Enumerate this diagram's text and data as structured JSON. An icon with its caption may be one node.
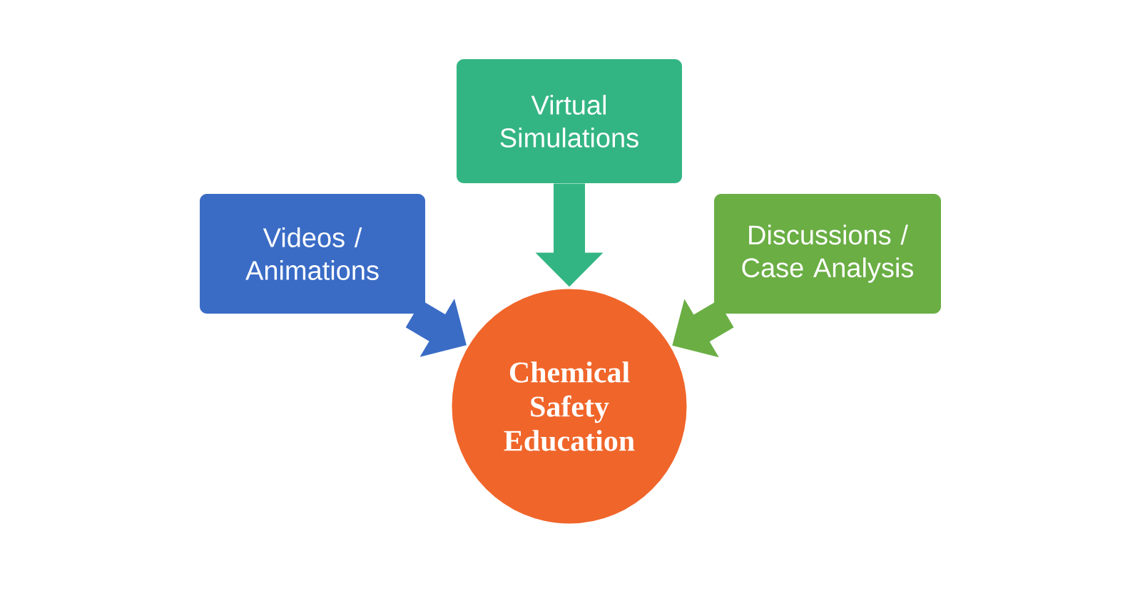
{
  "diagram": {
    "nodes": [
      {
        "text": [
          "Videos / Animations"
        ]
      },
      {
        "text": [
          "Virtual Simulations"
        ]
      },
      {
        "text": [
          "Discussions / Case Analysis"
        ]
      },
      {
        "text": [
          "Chemical Safety Education"
        ]
      }
    ],
    "edges": [
      {
        "from": 0,
        "to": 3,
        "arrow": "to",
        "color": "#3a6cc6"
      },
      {
        "from": 1,
        "to": 3,
        "arrow": "to",
        "color": "#33b583"
      },
      {
        "from": 2,
        "to": 3,
        "arrow": "to",
        "color": "#6aae44"
      }
    ]
  }
}
